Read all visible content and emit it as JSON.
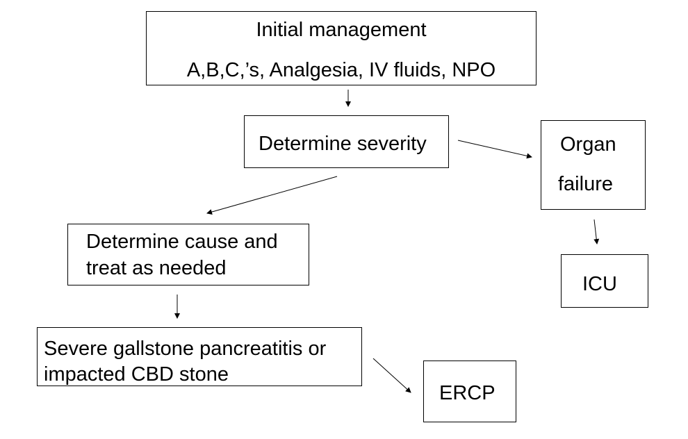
{
  "boxes": {
    "initial": {
      "line1": "Initial management",
      "line2": "A,B,C,’s, Analgesia, IV fluids, NPO"
    },
    "severity": {
      "line1": "Determine severity"
    },
    "organ_failure": {
      "line1": "Organ",
      "line2": "failure"
    },
    "cause": {
      "line1": "Determine cause and",
      "line2": "treat as needed"
    },
    "icu": {
      "line1": "ICU"
    },
    "gallstone": {
      "line1": "Severe gallstone pancreatitis or",
      "line2": "impacted CBD stone"
    },
    "ercp": {
      "line1": "ERCP"
    }
  },
  "colors": {
    "stroke": "#000000",
    "background": "#ffffff"
  }
}
